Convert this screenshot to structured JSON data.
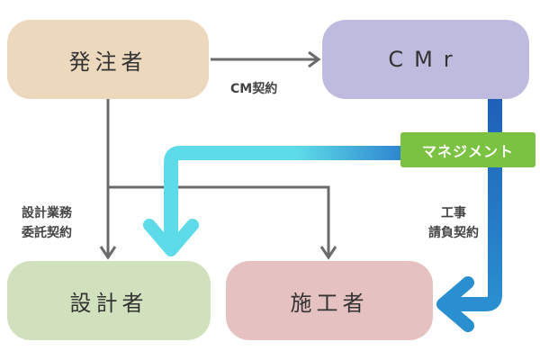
{
  "nodes": {
    "orderer": "発注者",
    "cmr": "CMr",
    "designer": "設計者",
    "constructor": "施工者"
  },
  "edges": {
    "cm_contract": "CM契約",
    "design_contract_line1": "設計業務",
    "design_contract_line2": "委託契約",
    "construction_contract_line1": "工事",
    "construction_contract_line2": "請負契約"
  },
  "management_tag": "マネジメント",
  "colors": {
    "orderer_box": "#ecd8bd",
    "cmr_box": "#bfbbdf",
    "designer_box": "#d2e1bd",
    "constructor_box": "#e5c2c1",
    "management_tag": "#7cc242",
    "contract_arrow": "#6b6b6b",
    "management_arrow_cyan": "#5ddbe8",
    "management_arrow_blue": "#1f5fb8"
  }
}
